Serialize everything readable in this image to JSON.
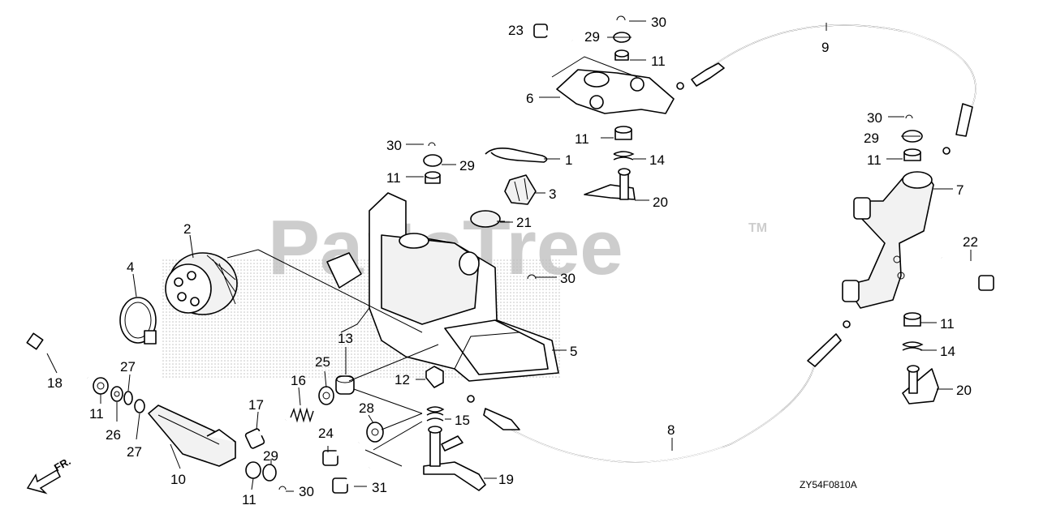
{
  "watermark": {
    "brand": "PartsTree",
    "trademark": "TM"
  },
  "diagram_code": "ZY54F0810A",
  "direction_label": "FR.",
  "callouts": {
    "c1": "1",
    "c2": "2",
    "c3": "3",
    "c4": "4",
    "c5": "5",
    "c6": "6",
    "c7": "7",
    "c8": "8",
    "c9": "9",
    "c10": "10",
    "c11a": "11",
    "c11b": "11",
    "c11c": "11",
    "c11d": "11",
    "c11e": "11",
    "c11f": "11",
    "c11g": "11",
    "c12": "12",
    "c13": "13",
    "c14a": "14",
    "c14b": "14",
    "c15": "15",
    "c16": "16",
    "c17": "17",
    "c18": "18",
    "c19": "19",
    "c20a": "20",
    "c20b": "20",
    "c21": "21",
    "c22": "22",
    "c23": "23",
    "c24": "24",
    "c25": "25",
    "c26": "26",
    "c27a": "27",
    "c27b": "27",
    "c28": "28",
    "c29a": "29",
    "c29b": "29",
    "c29c": "29",
    "c29d": "29",
    "c30a": "30",
    "c30b": "30",
    "c30c": "30",
    "c30d": "30",
    "c30e": "30",
    "c31": "31"
  }
}
